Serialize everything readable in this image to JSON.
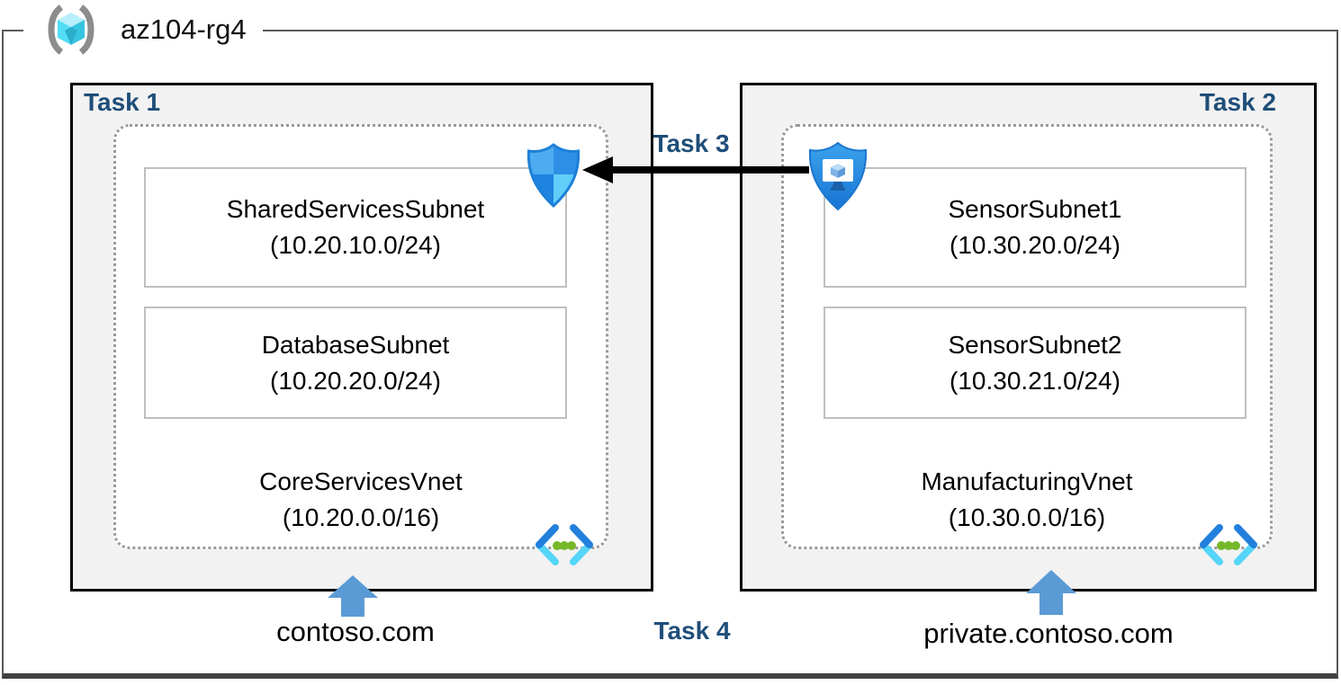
{
  "resource_group": {
    "name": "az104-rg4"
  },
  "tasks": {
    "task1": "Task 1",
    "task2": "Task 2",
    "task3": "Task 3",
    "task4": "Task 4"
  },
  "left_vnet": {
    "name": "CoreServicesVnet",
    "cidr": "(10.20.0.0/16)",
    "dns_label": "contoso.com",
    "subnets": [
      {
        "name": "SharedServicesSubnet",
        "cidr": "(10.20.10.0/24)"
      },
      {
        "name": "DatabaseSubnet",
        "cidr": "(10.20.20.0/24)"
      }
    ]
  },
  "right_vnet": {
    "name": "ManufacturingVnet",
    "cidr": "(10.30.0.0/16)",
    "dns_label": "private.contoso.com",
    "subnets": [
      {
        "name": "SensorSubnet1",
        "cidr": "(10.30.20.0/24)"
      },
      {
        "name": "SensorSubnet2",
        "cidr": "(10.30.21.0/24)"
      }
    ]
  },
  "icons": {
    "resource_group": "resource-group-icon",
    "nsg_shield": "network-security-group-icon",
    "asg_shield": "application-security-group-icon",
    "virtual_network": "virtual-network-icon",
    "peering_arrow": "left-arrow-icon",
    "dns_arrow": "up-arrow-icon"
  },
  "colors": {
    "task_label": "#1F4E79",
    "box_fill": "#F2F2F2",
    "box_border": "#000000",
    "frame_border": "#595959",
    "dashed_border": "#9A9A9A",
    "subnet_border": "#BFBFBF",
    "up_arrow_blue": "#5B9BD5",
    "peering_arrow_black": "#000000",
    "nsg_light_quadrant": "#5FCEF8",
    "nsg_dark_quadrant": "#1F83E0",
    "asg_shield_blue": "#1E88DC",
    "vnet_chevron_dark": "#2280DC",
    "vnet_chevron_light": "#55D5F8",
    "vnet_dots_green": "#76B82A",
    "rg_cube_cyan": "#50E6FF"
  }
}
